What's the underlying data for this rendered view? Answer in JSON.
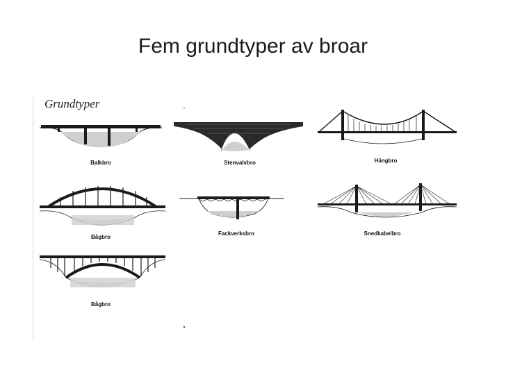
{
  "title": "Fem grundtyper av broar",
  "figure": {
    "heading": "Grundtyper",
    "bridges": [
      {
        "type": "beam",
        "label": "Balkbro"
      },
      {
        "type": "stone-arch",
        "label": "Stenvalvbro"
      },
      {
        "type": "suspension",
        "label": "Hängbro"
      },
      {
        "type": "tied-arch",
        "label": "Bågbro"
      },
      {
        "type": "truss",
        "label": "Fackverksbro"
      },
      {
        "type": "cable-stayed",
        "label": "Snedkabelbro"
      },
      {
        "type": "deck-arch",
        "label": "Bågbro"
      }
    ],
    "colors": {
      "ink": "#1a1a1a",
      "water": "#cfcfcf",
      "stone": "#2a2a2a"
    }
  }
}
